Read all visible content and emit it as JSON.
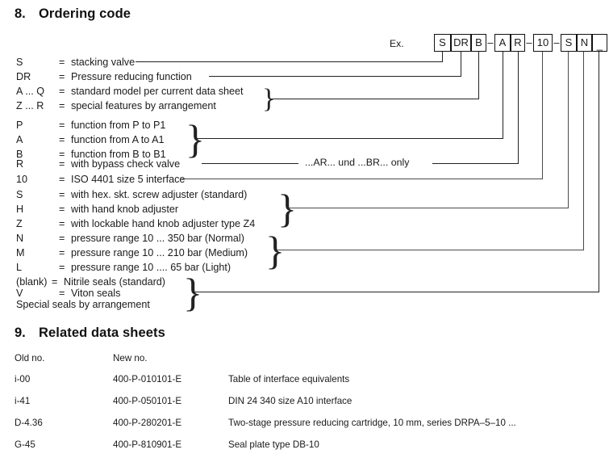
{
  "sections": {
    "ordering": {
      "number": "8.",
      "title": "Ordering code"
    },
    "related": {
      "number": "9.",
      "title": "Related data sheets"
    }
  },
  "example": {
    "label": "Ex.",
    "boxes": [
      {
        "text": "S",
        "type": "box"
      },
      {
        "text": "DR",
        "type": "box"
      },
      {
        "text": "B",
        "type": "box"
      },
      {
        "text": "–",
        "type": "sep"
      },
      {
        "text": "A",
        "type": "box"
      },
      {
        "text": "R",
        "type": "box"
      },
      {
        "text": "–",
        "type": "sep"
      },
      {
        "text": "10",
        "type": "box"
      },
      {
        "text": "–",
        "type": "sep"
      },
      {
        "text": "S",
        "type": "box"
      },
      {
        "text": "N",
        "type": "box"
      },
      {
        "text": "_",
        "type": "box"
      }
    ]
  },
  "key_rows": [
    {
      "code": "S",
      "eq": "=",
      "desc": "stacking valve"
    },
    {
      "code": "DR",
      "eq": "=",
      "desc": "Pressure reducing function"
    },
    {
      "code": "A ... Q",
      "eq": "=",
      "desc": "standard model per current data sheet"
    },
    {
      "code": "Z ... R",
      "eq": "=",
      "desc": "special features by arrangement"
    },
    {
      "code": "P",
      "eq": "=",
      "desc": "function from P to P1"
    },
    {
      "code": "A",
      "eq": "=",
      "desc": "function from A to A1"
    },
    {
      "code": "B",
      "eq": "=",
      "desc": "function from B to B1"
    },
    {
      "code": "R",
      "eq": "=",
      "desc": "with bypass check valve"
    },
    {
      "code": "10",
      "eq": "=",
      "desc": "ISO 4401 size 5 interface"
    },
    {
      "code": "S",
      "eq": "=",
      "desc": "with hex. skt. screw adjuster (standard)"
    },
    {
      "code": "H",
      "eq": "=",
      "desc": "with hand knob adjuster"
    },
    {
      "code": "Z",
      "eq": "=",
      "desc": "with lockable hand knob adjuster type Z4"
    },
    {
      "code": "N",
      "eq": "=",
      "desc": "pressure range 10 ... 350 bar (Normal)"
    },
    {
      "code": "M",
      "eq": "=",
      "desc": "pressure range 10 ... 210 bar (Medium)"
    },
    {
      "code": "L",
      "eq": "=",
      "desc": "pressure range 10 ....  65 bar (Light)"
    },
    {
      "code": "(blank)",
      "eq": "=",
      "desc": "Nitrile seals (standard)"
    },
    {
      "code": "V",
      "eq": "=",
      "desc": "Viton seals"
    }
  ],
  "key_last_line": "Special seals by arrangement",
  "annotations": {
    "bypass_note": "...AR...  und  ...BR... only"
  },
  "related_table": {
    "headers": [
      "Old no.",
      "New no.",
      ""
    ],
    "rows": [
      {
        "old": "i-00",
        "new": "400-P-010101-E",
        "desc": "Table of interface equivalents"
      },
      {
        "old": "i-41",
        "new": "400-P-050101-E",
        "desc": "DIN 24 340 size A10 interface"
      },
      {
        "old": "D-4.36",
        "new": "400-P-280201-E",
        "desc": "Two-stage pressure reducing cartridge, 10 mm, series DRPA–5–10 ..."
      },
      {
        "old": "G-45",
        "new": "400-P-810901-E",
        "desc": "Seal plate type DB-10"
      }
    ]
  },
  "colors": {
    "text": "#1a1a1a",
    "line": "#4a4a4a",
    "line_dark": "#222222"
  }
}
